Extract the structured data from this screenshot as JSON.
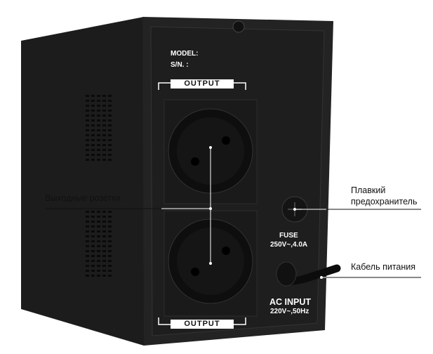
{
  "panel": {
    "model_label": "MODEL:",
    "sn_label": "S/N. :",
    "output_top": "OUTPUT",
    "output_bottom": "OUTPUT",
    "fuse_title": "FUSE",
    "fuse_rating": "250V~,4.0A",
    "ac_input_title": "AC INPUT",
    "ac_input_rating": "220V~,50Hz"
  },
  "callouts": {
    "outlets": "Выходные розетки",
    "fuse_line1": "Плавкий",
    "fuse_line2": "предохранитель",
    "cable": "Кабель питания"
  }
}
